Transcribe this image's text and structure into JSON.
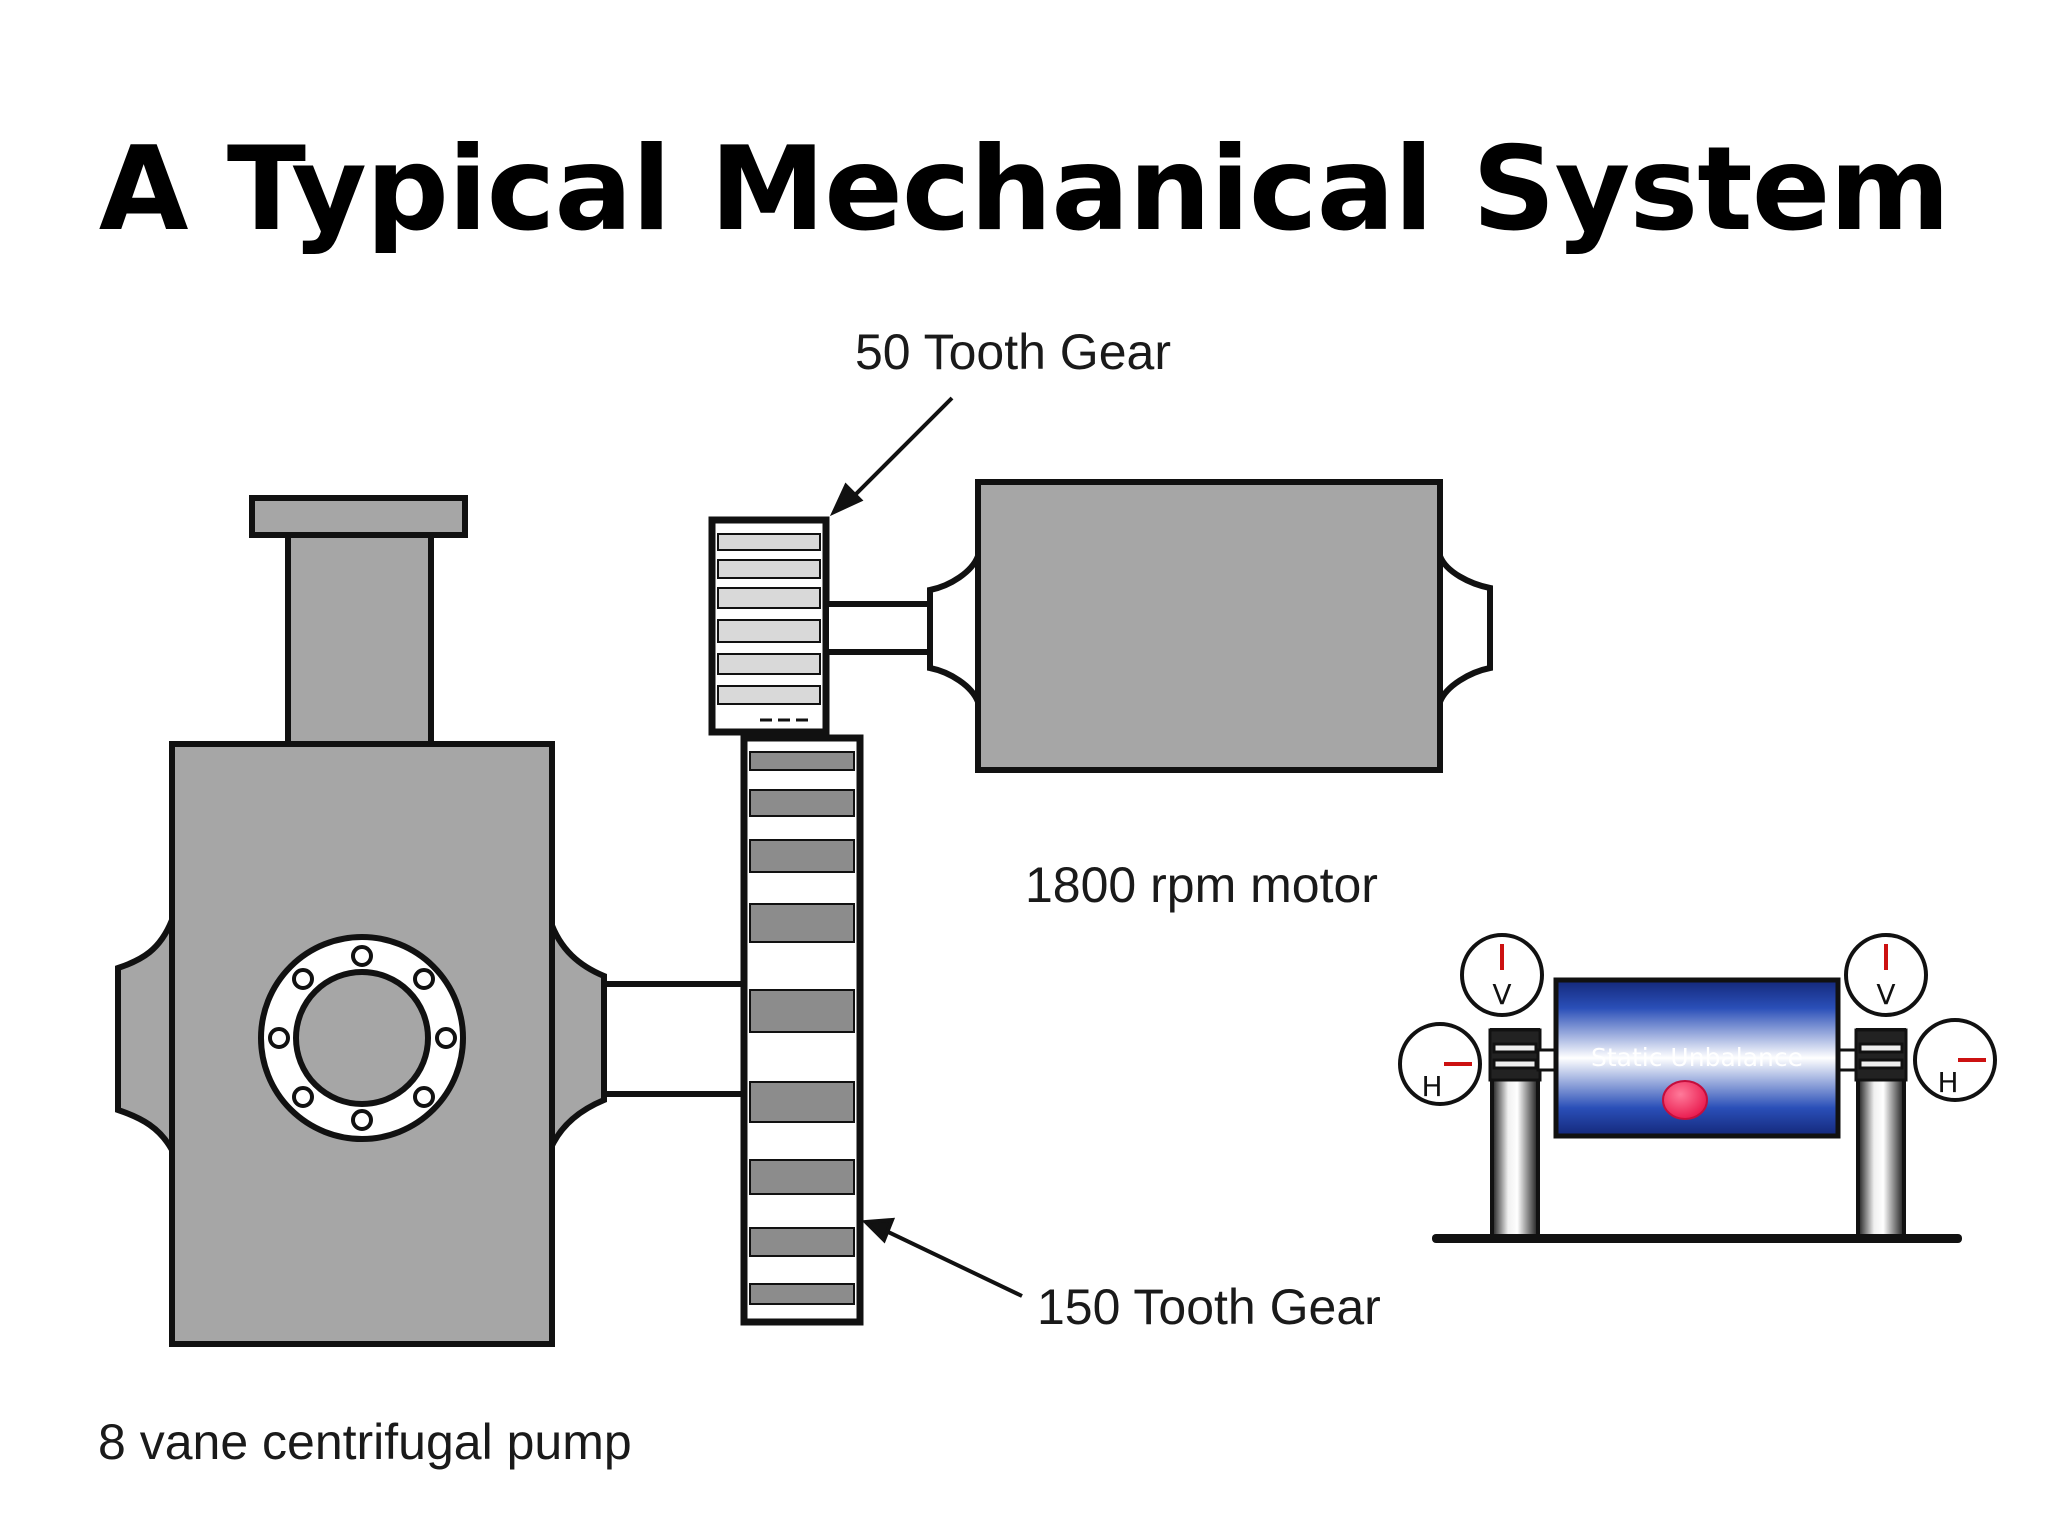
{
  "slide": {
    "title": "A Typical Mechanical System"
  },
  "labels": {
    "small_gear": "50 Tooth Gear",
    "motor": "1800 rpm motor",
    "large_gear": "150 Tooth Gear",
    "pump": "8 vane centrifugal pump"
  },
  "inset": {
    "title": "Static Unbalance",
    "gauges": [
      {
        "letter": "V"
      },
      {
        "letter": "H"
      },
      {
        "letter": "V"
      },
      {
        "letter": "H"
      }
    ]
  },
  "colors": {
    "machine_fill": "#a6a6a6",
    "outline": "#111111",
    "gear_dark": "#8c8c8c",
    "gear_light": "#d9d9d9",
    "rotor_blue": "#1e3e9e",
    "unbalance_mass": "#ff2e63",
    "gauge_needle": "#cc1111"
  }
}
